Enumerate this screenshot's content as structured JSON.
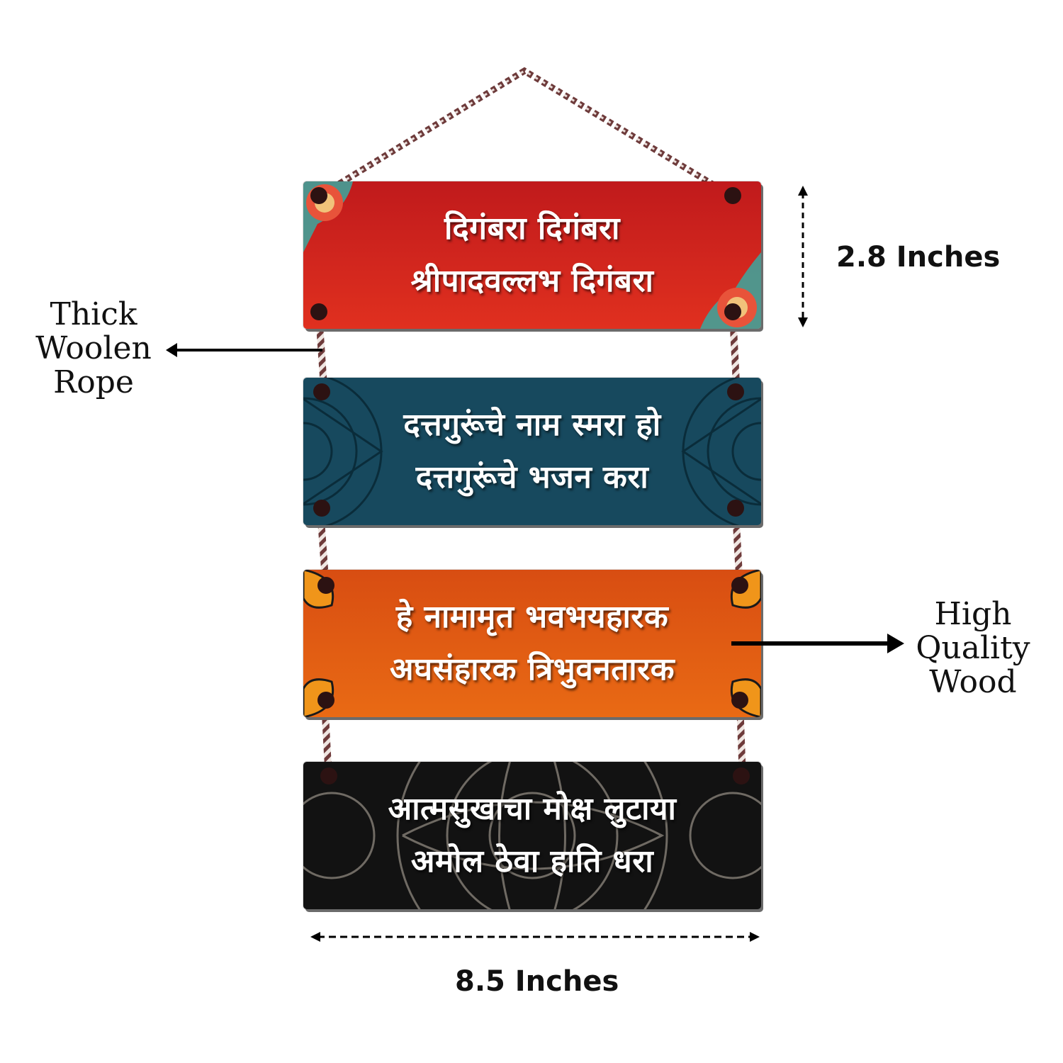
{
  "planks": [
    {
      "lines": [
        "दिगंबरा दिगंबरा",
        "श्रीपादवल्लभ दिगंबरा"
      ],
      "color": "#d0231d"
    },
    {
      "lines": [
        "दत्तगुरूंचे नाम स्मरा हो",
        "दत्तगुरूंचे भजन करा"
      ],
      "color": "#17495e"
    },
    {
      "lines": [
        "हे नामामृत भवभयहारक",
        "अघसंहारक त्रिभुवनतारक"
      ],
      "color": "#e05d12"
    },
    {
      "lines": [
        "आत्मसुखाचा मोक्ष लुटाया",
        "अमोल ठेवा हाति धरा"
      ],
      "color": "#121212"
    }
  ],
  "callouts": {
    "rope": [
      "Thick",
      "Woolen",
      "Rope"
    ],
    "wood": [
      "High",
      "Quality",
      "Wood"
    ]
  },
  "dimensions": {
    "height": "2.8 Inches",
    "width": "8.5 Inches"
  }
}
